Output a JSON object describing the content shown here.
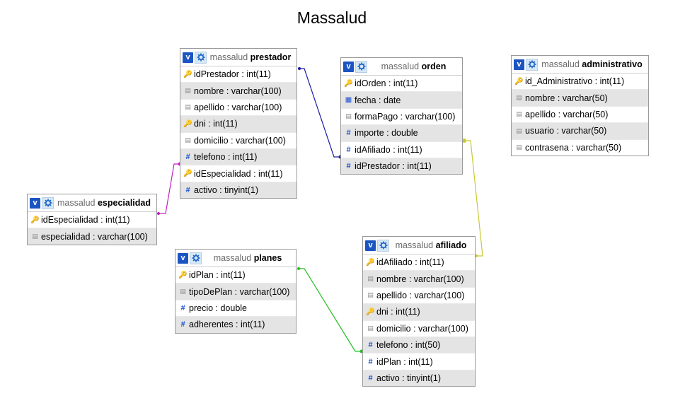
{
  "title": "Massalud",
  "icons": {
    "key": "key-icon",
    "column": "column-icon",
    "numeric": "hash-icon",
    "date": "calendar-icon"
  },
  "colors": {
    "rel_prestador_orden": "#1c1ca8",
    "rel_especialidad_prestador": "#c020c0",
    "rel_orden_afiliado": "#c8c832",
    "rel_planes_afiliado": "#22c022"
  },
  "tables": {
    "prestador": {
      "db": "massalud",
      "name": "prestador",
      "columns": [
        {
          "text": "idPrestador : int(11)",
          "icon": "key"
        },
        {
          "text": "nombre : varchar(100)",
          "icon": "column"
        },
        {
          "text": "apellido : varchar(100)",
          "icon": "column"
        },
        {
          "text": "dni : int(11)",
          "icon": "key"
        },
        {
          "text": "domicilio : varchar(100)",
          "icon": "column"
        },
        {
          "text": "telefono : int(11)",
          "icon": "numeric"
        },
        {
          "text": "idEspecialidad : int(11)",
          "icon": "key"
        },
        {
          "text": "activo : tinyint(1)",
          "icon": "numeric"
        }
      ]
    },
    "orden": {
      "db": "massalud",
      "name": "orden",
      "columns": [
        {
          "text": "idOrden : int(11)",
          "icon": "key"
        },
        {
          "text": "fecha : date",
          "icon": "date"
        },
        {
          "text": "formaPago : varchar(100)",
          "icon": "column"
        },
        {
          "text": "importe : double",
          "icon": "numeric"
        },
        {
          "text": "idAfiliado : int(11)",
          "icon": "numeric"
        },
        {
          "text": "idPrestador : int(11)",
          "icon": "numeric"
        }
      ]
    },
    "administrativo": {
      "db": "massalud",
      "name": "administrativo",
      "columns": [
        {
          "text": "id_Administrativo : int(11)",
          "icon": "key"
        },
        {
          "text": "nombre : varchar(50)",
          "icon": "column"
        },
        {
          "text": "apellido : varchar(50)",
          "icon": "column"
        },
        {
          "text": "usuario : varchar(50)",
          "icon": "column"
        },
        {
          "text": "contrasena : varchar(50)",
          "icon": "column"
        }
      ]
    },
    "especialidad": {
      "db": "massalud",
      "name": "especialidad",
      "columns": [
        {
          "text": "idEspecialidad : int(11)",
          "icon": "key"
        },
        {
          "text": "especialidad : varchar(100)",
          "icon": "column"
        }
      ]
    },
    "planes": {
      "db": "massalud",
      "name": "planes",
      "columns": [
        {
          "text": "idPlan : int(11)",
          "icon": "key"
        },
        {
          "text": "tipoDePlan : varchar(100)",
          "icon": "column"
        },
        {
          "text": "precio : double",
          "icon": "numeric"
        },
        {
          "text": "adherentes : int(11)",
          "icon": "numeric"
        }
      ]
    },
    "afiliado": {
      "db": "massalud",
      "name": "afiliado",
      "columns": [
        {
          "text": "idAfiliado : int(11)",
          "icon": "key"
        },
        {
          "text": "nombre : varchar(100)",
          "icon": "column"
        },
        {
          "text": "apellido : varchar(100)",
          "icon": "column"
        },
        {
          "text": "dni : int(11)",
          "icon": "key"
        },
        {
          "text": "domicilio : varchar(100)",
          "icon": "column"
        },
        {
          "text": "telefono : int(50)",
          "icon": "numeric"
        },
        {
          "text": "idPlan : int(11)",
          "icon": "numeric"
        },
        {
          "text": "activo : tinyint(1)",
          "icon": "numeric"
        }
      ]
    }
  }
}
